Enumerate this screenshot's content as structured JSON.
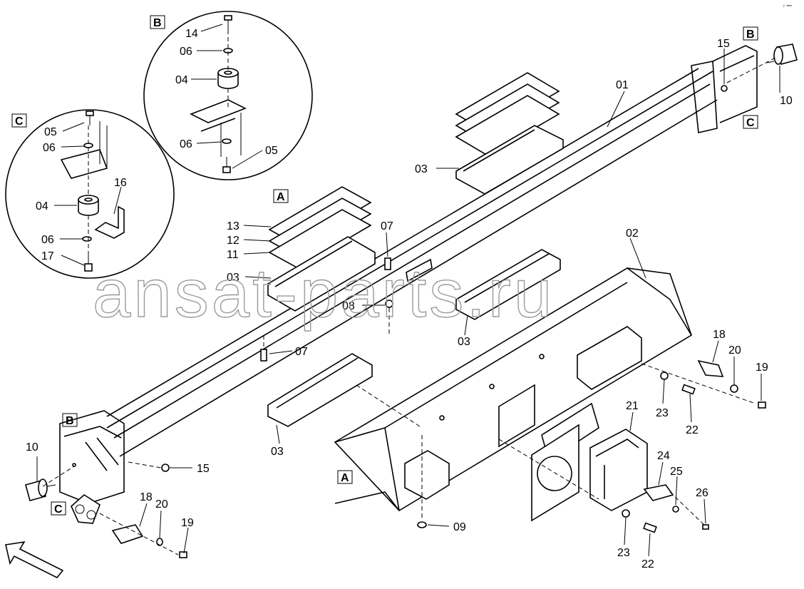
{
  "watermark": "ansat-parts.ru",
  "corner_mark": "♪ ▪▪▪",
  "view_labels": {
    "detail_b": "B",
    "detail_c": "C",
    "beam_right_b": "B",
    "beam_right_c": "C",
    "beam_left_b": "B",
    "beam_left_c": "C",
    "shim_a": "A",
    "crossbeam_a": "A"
  },
  "callouts": {
    "detail_b_14": "14",
    "detail_b_06_top": "06",
    "detail_b_04": "04",
    "detail_b_06_bottom": "06",
    "detail_b_05": "05",
    "detail_c_05": "05",
    "detail_c_06_top": "06",
    "detail_c_04": "04",
    "detail_c_16": "16",
    "detail_c_06_bottom": "06",
    "detail_c_17": "17",
    "p01": "01",
    "p02": "02",
    "p03_top": "03",
    "p03_shim": "03",
    "p03_mid": "03",
    "p03_left": "03",
    "p07_top": "07",
    "p07_bottom": "07",
    "p08": "08",
    "p09": "09",
    "p10_right": "10",
    "p10_left": "10",
    "p11": "11",
    "p12": "12",
    "p13": "13",
    "p15_right": "15",
    "p15_left": "15",
    "p18_right": "18",
    "p18_left": "18",
    "p19_right": "19",
    "p19_left": "19",
    "p20_right": "20",
    "p20_left": "20",
    "p21": "21",
    "p22_top": "22",
    "p22_bottom": "22",
    "p23_top": "23",
    "p23_bottom": "23",
    "p24": "24",
    "p25": "25",
    "p26": "26"
  },
  "icons": {
    "direction_arrow": "forward-direction-arrow-icon"
  }
}
